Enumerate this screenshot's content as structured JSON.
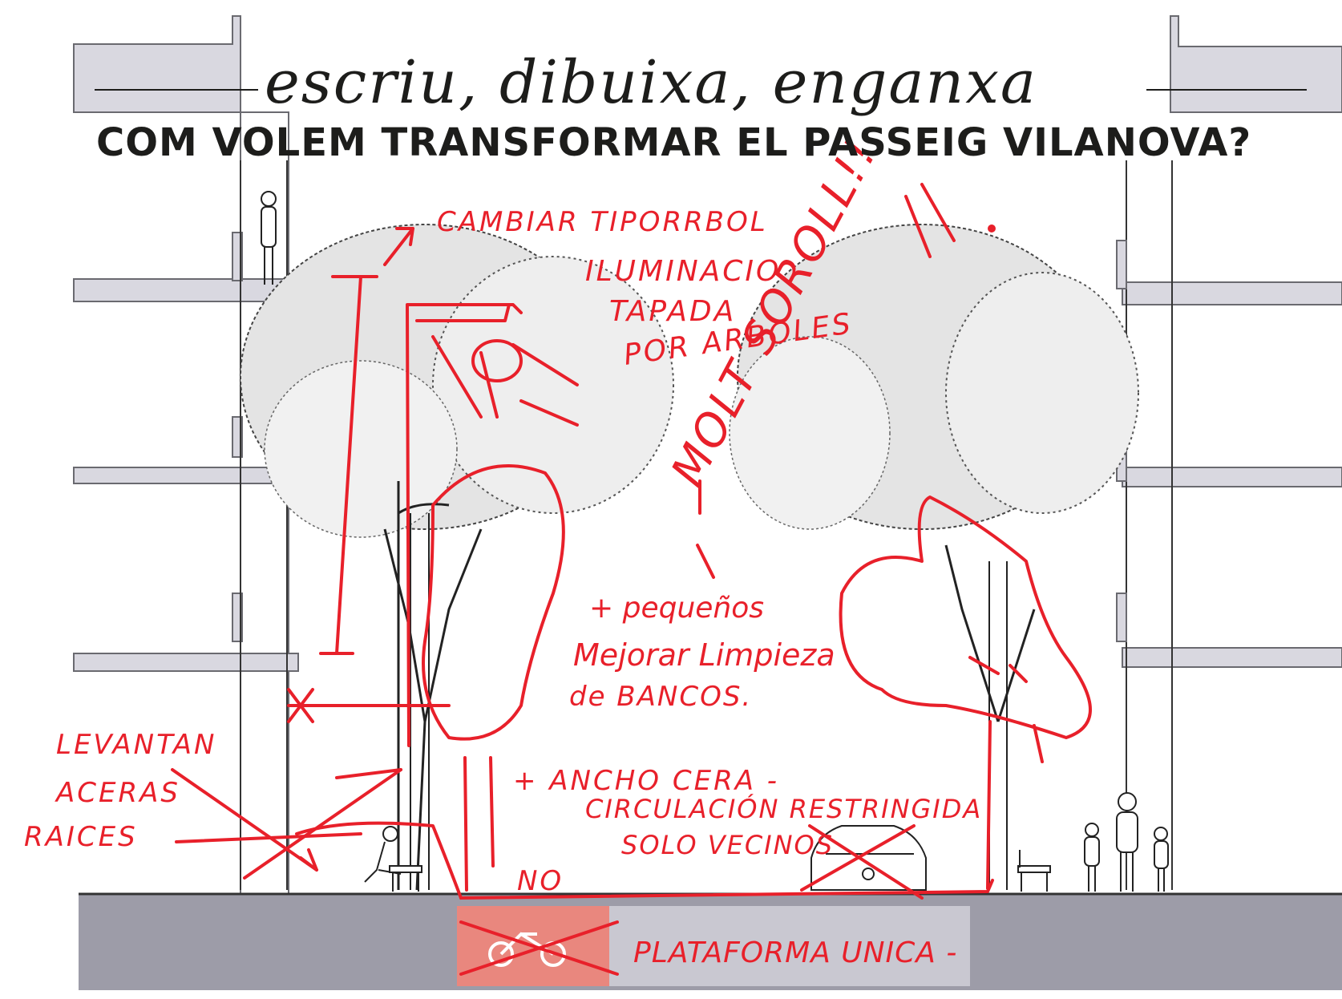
{
  "header": {
    "script_title": "escriu, dibuixa, enganxa",
    "main_title": "COM VOLEM TRANSFORMAR EL PASSEIG VILANOVA?"
  },
  "annotations": {
    "cambiar_tipo_arbol": "CAMBIAR TIPORRBOL",
    "iluminacio_1": "ILUMINACIO",
    "iluminacio_2": "TAPADA",
    "iluminacio_3": "POR ARBOLES",
    "molt_sorol": "MOLT SOROLL!!",
    "mas_pequenos": "+ pequeños",
    "mejorar_limpieza": "Mejorar Limpieza",
    "de_bancos": "de BANCOS.",
    "levantan_1": "LEVANTAN",
    "levantan_2": "ACERAS",
    "levantan_3": "RAICES",
    "ancho_acera": "+ ANCHO CERA -",
    "circulacion_1": "CIRCULACIÓN RESTRINGIDA",
    "circulacion_2": "SOLO VECINOS",
    "no": "NO",
    "plataforma_unica": "PLATAFORMA UNICA -"
  },
  "colors": {
    "ink": "#1d1d1b",
    "annotation_red": "#e8202a",
    "building_grey": "#d9d8e0",
    "pavement_grey": "#9d9ca8",
    "bike_lane": "#e9877e"
  }
}
